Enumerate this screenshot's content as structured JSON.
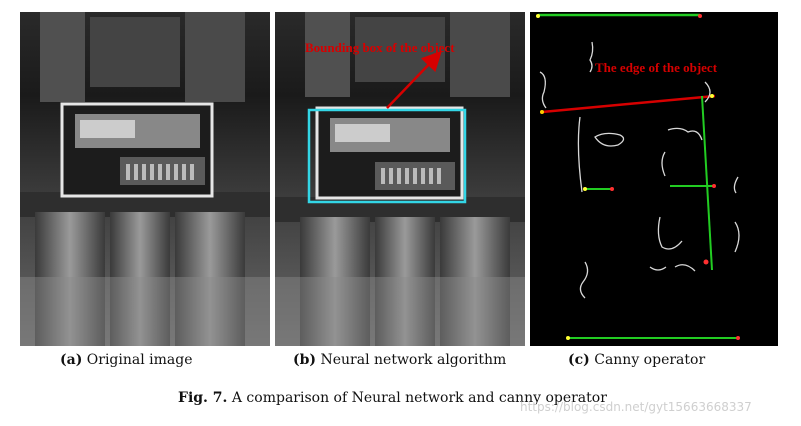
{
  "panels": [
    {
      "id": "a",
      "tag": "(a)",
      "caption": "Original image",
      "annotation": ""
    },
    {
      "id": "b",
      "tag": "(b)",
      "caption": "Neural network algorithm",
      "annotation": "Bounding box of the object"
    },
    {
      "id": "c",
      "tag": "(c)",
      "caption": "Canny operator",
      "annotation": "The edge of the object"
    }
  ],
  "figure": {
    "label": "Fig. 7.",
    "caption": "A comparison of Neural network and canny operator"
  },
  "watermark": "https://blog.csdn.net/gyt15663668337",
  "colors": {
    "annotation_red": "#d60000",
    "bbox_cyan": "#33d6e6",
    "edge_green": "#22cc22",
    "edge_background": "#000000"
  }
}
